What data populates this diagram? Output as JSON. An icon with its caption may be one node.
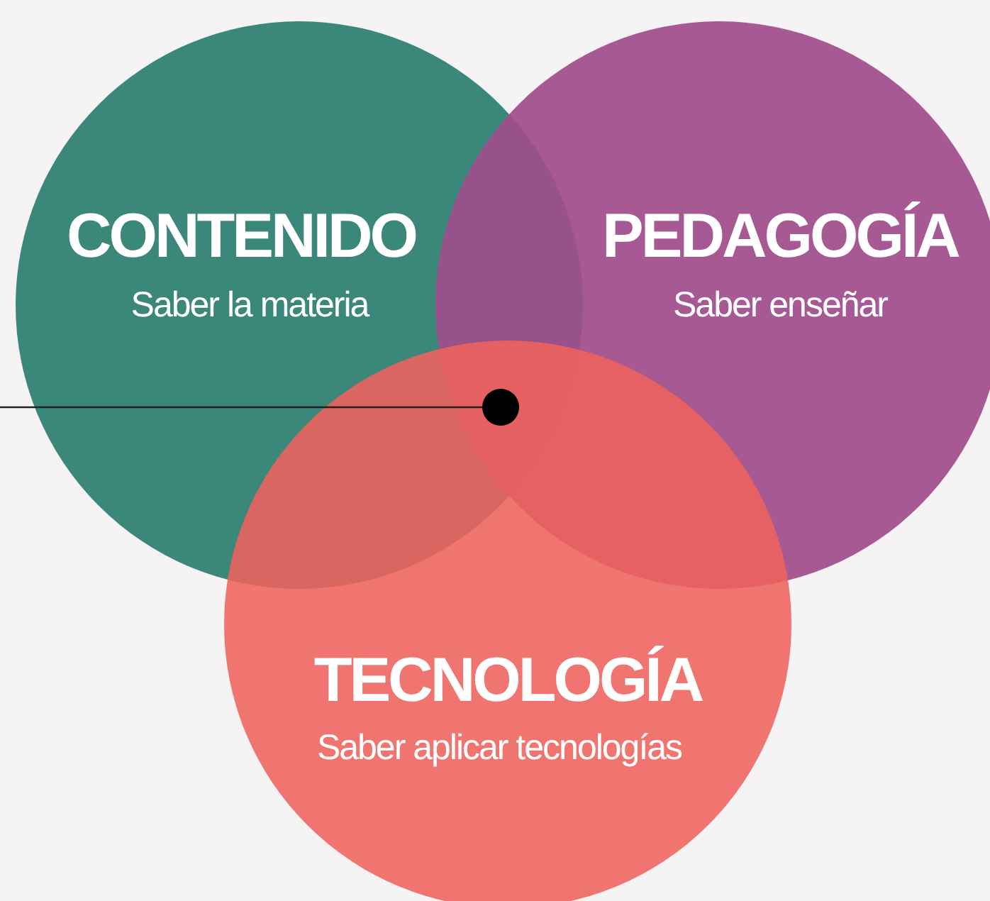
{
  "diagram": {
    "nodes": [
      {
        "text": [
          "CONTENIDO",
          "Saber la materia"
        ]
      },
      {
        "text": [
          "PEDAGOGÍA",
          "Saber enseñar"
        ]
      },
      {
        "text": [
          "TECNOLOGÍA",
          "Saber aplicar tecnologías"
        ]
      },
      {
        "text": [],
        "shape": "circle"
      }
    ],
    "edges": [
      {
        "from": null,
        "to": 3,
        "arrow": "none"
      }
    ]
  }
}
